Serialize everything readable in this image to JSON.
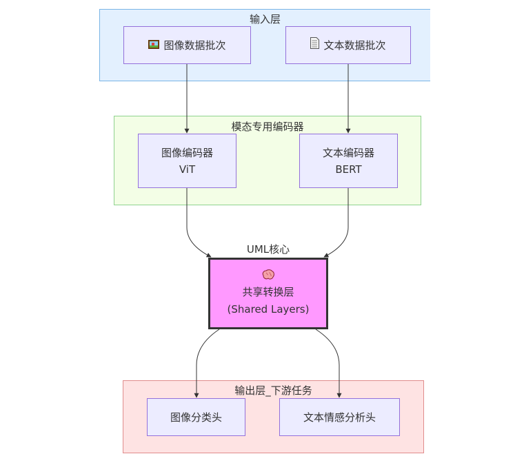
{
  "diagram": {
    "type": "flowchart",
    "colors": {
      "input_group_fill": "#E3F0FE",
      "input_group_border": "#7AB4E6",
      "encoder_group_fill": "#F3FEE6",
      "encoder_group_border": "#8ED28E",
      "output_group_fill": "#FEE3E3",
      "output_group_border": "#E08C8C",
      "node_fill": "#ECECFF",
      "node_border": "#9370DB",
      "core_fill": "#FF99FF",
      "core_border": "#333333",
      "edge": "#333333"
    },
    "groups": {
      "input": {
        "title": "输入层"
      },
      "encoders": {
        "title": "模态专用编码器"
      },
      "core": {
        "title": "UML核心"
      },
      "output": {
        "title": "输出层_下游任务"
      }
    },
    "nodes": {
      "image_batch": {
        "icon": "picture-icon",
        "label": "图像数据批次"
      },
      "text_batch": {
        "icon": "document-icon",
        "label": "文本数据批次"
      },
      "image_encoder": {
        "line1": "图像编码器",
        "line2": "ViT"
      },
      "text_encoder": {
        "line1": "文本编码器",
        "line2": "BERT"
      },
      "shared": {
        "icon": "brain-icon",
        "line1": "共享转换层",
        "line2": "(Shared Layers)"
      },
      "image_head": {
        "label": "图像分类头"
      },
      "text_head": {
        "label": "文本情感分析头"
      }
    },
    "edges": [
      {
        "from": "image_batch",
        "to": "image_encoder"
      },
      {
        "from": "text_batch",
        "to": "text_encoder"
      },
      {
        "from": "image_encoder",
        "to": "shared"
      },
      {
        "from": "text_encoder",
        "to": "shared"
      },
      {
        "from": "shared",
        "to": "image_head"
      },
      {
        "from": "shared",
        "to": "text_head"
      }
    ]
  }
}
